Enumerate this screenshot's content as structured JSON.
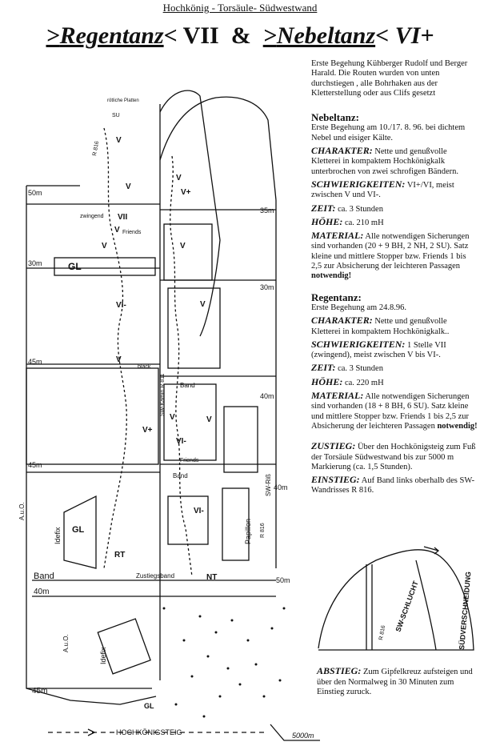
{
  "header": "Hochkönig - Torsäule- Südwestwand",
  "title": {
    "prefix_r": ">",
    "route1": "Regentanz",
    "grade1": "< VII",
    "amp": "&",
    "prefix_n": ">",
    "route2": "Nebeltanz",
    "grade2": "< VI+"
  },
  "intro": "Erste Begehung Kühberger Rudolf und Berger Harald. Die Routen wurden von unten durchstiegen , alle Bohrhaken aus der Kletterstellung oder aus Clifs gesetzt",
  "nebeltanz": {
    "heading": "Nebeltanz:",
    "first_ascent": "Erste Begehung am 10./17. 8. 96. bei dichtem Nebel und eisiger Kälte.",
    "charakter_label": "CHARAKTER:",
    "charakter": "Nette und genußvolle Kletterei in kompaktem Hochkönigkalk unterbrochen von zwei schrofigen Bändern.",
    "schwierigkeiten_label": "SCHWIERIGKEITEN:",
    "schwierigkeiten": "VI+/VI, meist zwischen V und VI-.",
    "zeit_label": "ZEIT:",
    "zeit": "ca. 3 Stunden",
    "hoehe_label": "HÖHE:",
    "hoehe": "ca. 210 mH",
    "material_label": "MATERIAL:",
    "material": "Alle notwendigen Sicherungen sind vorhanden (20 + 9 BH, 2 NH, 2 SU). Satz kleine und mittlere Stopper bzw. Friends 1 bis 2,5 zur Absicherung der leichteren Passagen",
    "material_emph": "notwendig!"
  },
  "regentanz": {
    "heading": "Regentanz:",
    "first_ascent": "Erste Begehung am 24.8.96.",
    "charakter_label": "CHARAKTER:",
    "charakter": "Nette und genußvolle Kletterei in kompaktem Hochkönigkalk..",
    "schwierigkeiten_label": "SCHWIERIGKEITEN:",
    "schwierigkeiten": "1 Stelle VII (zwingend), meist zwischen V bis VI-.",
    "zeit_label": "ZEIT:",
    "zeit": "ca. 3 Stunden",
    "hoehe_label": "HÖHE:",
    "hoehe": "ca. 220 mH",
    "material_label": "MATERIAL:",
    "material": "Alle notwendigen Sicherungen sind vorhanden (18 + 8 BH, 6 SU). Satz kleine und mittlere Stopper bzw. Friends 1 bis 2,5 zur Absicherung der leichteren Passagen",
    "material_emph": "notwendig!"
  },
  "zustieg": {
    "label": "ZUSTIEG:",
    "text": "Über den Hochkönigsteig zum Fuß der Torsäule Südwestwand bis zur 5000 m Markierung (ca. 1,5 Stunden)."
  },
  "einstieg": {
    "label": "EINSTIEG:",
    "text": "Auf Band links oberhalb des SW-Wandrisses R 816."
  },
  "abstieg": {
    "label": "ABSTIEG:",
    "text": "Zum Gipfelkreuz aufsteigen und über den Normalweg in 30 Minuten zum Einstieg zuruck."
  },
  "topo_labels": {
    "m50a": "50m",
    "m35": "35m",
    "m30a": "30m",
    "m30b": "30m",
    "m45a": "45m",
    "m40a": "40m",
    "m45b": "45m",
    "m40b": "40m",
    "m50b": "50m",
    "m40c": "40m",
    "m45c": "45m",
    "gl1": "GL",
    "gl2": "GL",
    "gl3": "GL",
    "rt": "RT",
    "nt": "NT",
    "band1": "Band",
    "band2": "Band",
    "band3": "Band",
    "zustiegsband": "Zustiegsband",
    "hochkoenigsteig": "HOCHKÖNIGSTEIG",
    "m5000": "5000m",
    "papillon": "Papillon",
    "r816a": "R 816",
    "r816b": "R 816",
    "r816c": "R 816",
    "sw_riss": "SW-Riß",
    "sw_kamin": "SW-Kamin R 811",
    "idefix1": "Idefix",
    "idefix2": "Idefix",
    "auo1": "A.u.O.",
    "auo2": "A.u.O.",
    "zwingend": "zwingend",
    "friends1": "Friends",
    "friends2": "Friends",
    "black": "black",
    "su": "SU",
    "roetliche": "rötliche Platten",
    "sw_schlucht": "SW-SCHLUCHT",
    "suedverschneidung": "SÜDVERSCHNEIDUNG",
    "g_vii": "VII",
    "g_v1": "V",
    "g_v2": "V",
    "g_v3": "V",
    "g_v4": "V",
    "g_v5": "V",
    "g_v6": "V",
    "g_v7": "V",
    "g_v8": "V",
    "g_v9": "V",
    "g_v10": "V",
    "g_vplus1": "V+",
    "g_vplus2": "V+",
    "g_vi1": "VI-",
    "g_vi2": "VI-",
    "g_vi3": "VI-"
  }
}
